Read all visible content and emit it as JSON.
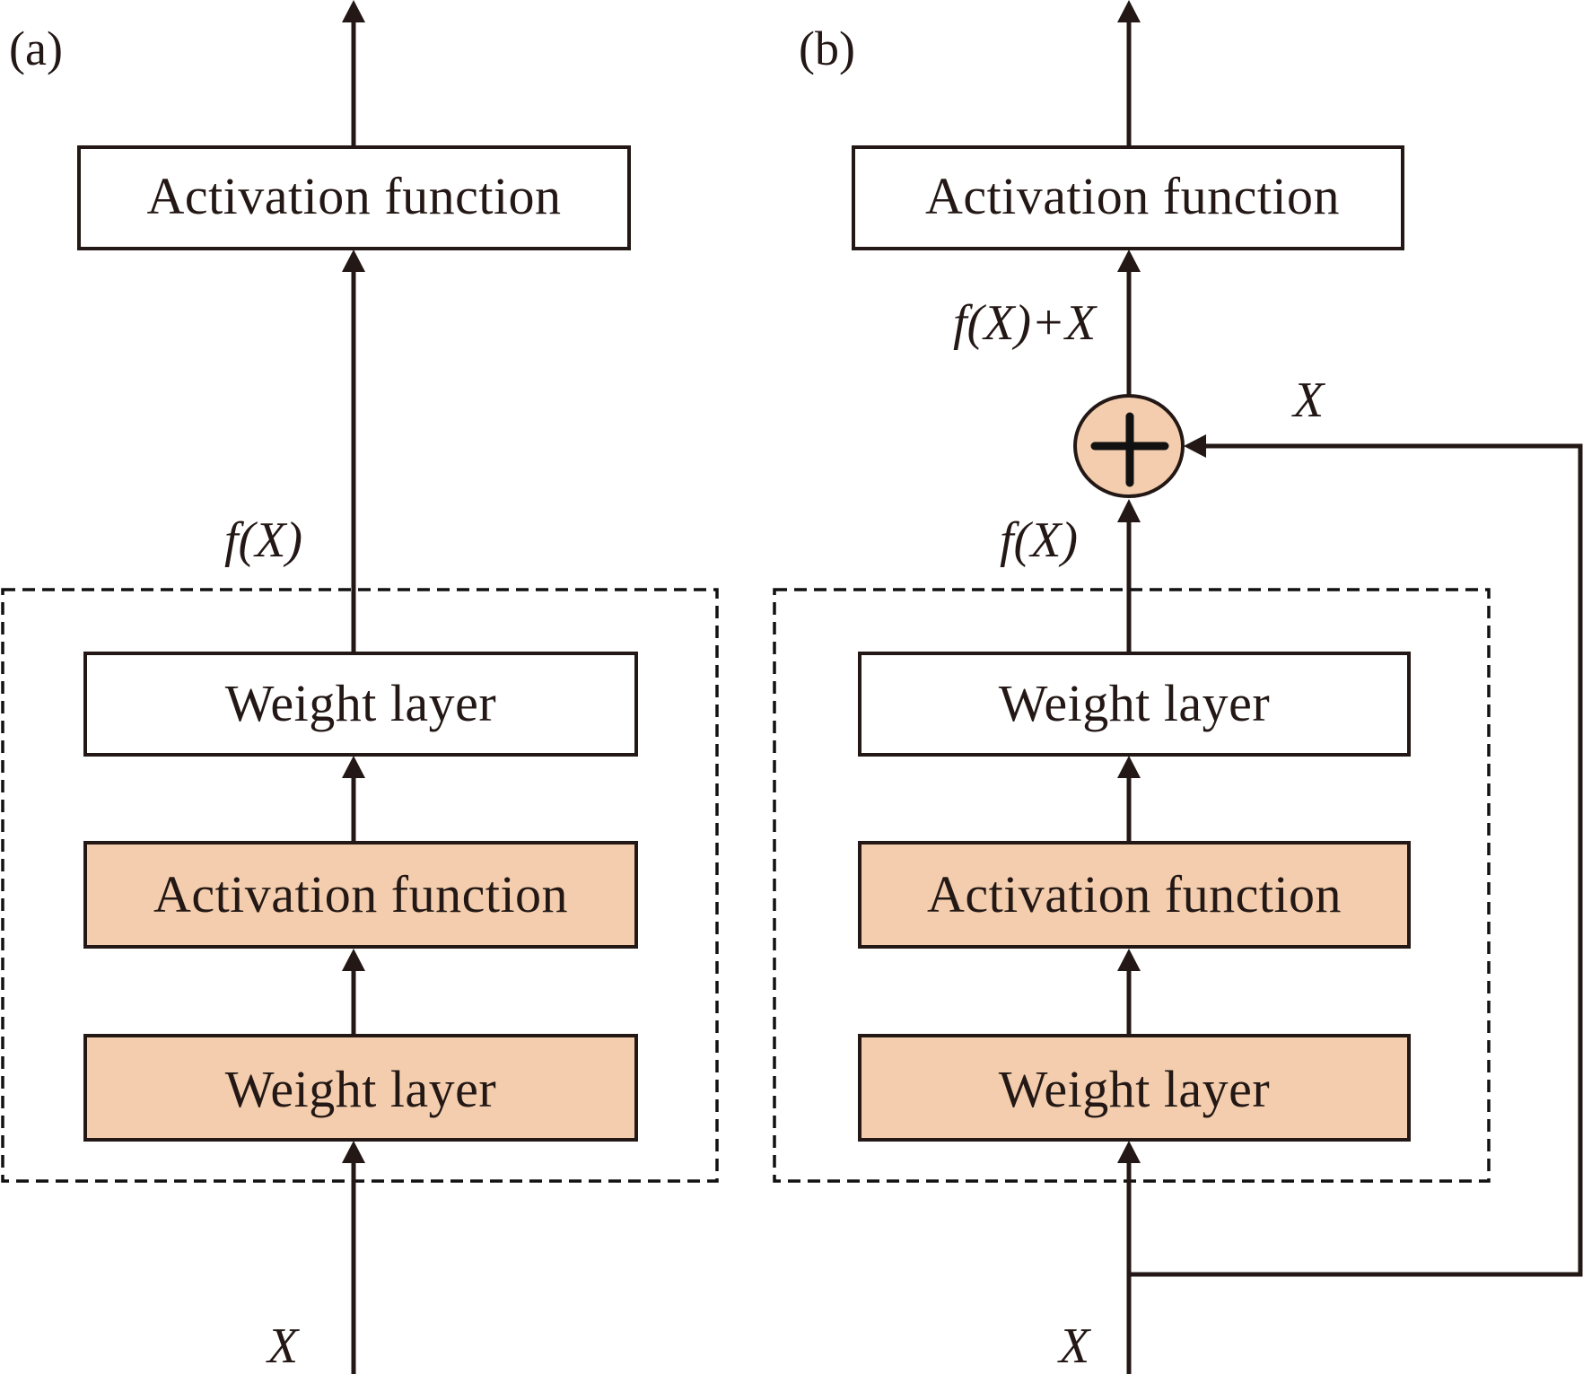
{
  "colors": {
    "stroke": "#231815",
    "peach_fill": "#F3CDAD",
    "white_fill": "#FFFFFF"
  },
  "panels": {
    "a": {
      "label": "(a)",
      "output_box": "Activation function",
      "inner_block": {
        "top": "Weight layer",
        "middle": "Activation function",
        "bottom": "Weight layer"
      },
      "block_output_label": "f(X)",
      "input_label": "X"
    },
    "b": {
      "label": "(b)",
      "output_box": "Activation function",
      "sum_label": "f(X)+X",
      "shortcut_label": "X",
      "adder_symbol": "+",
      "inner_block": {
        "top": "Weight layer",
        "middle": "Activation function",
        "bottom": "Weight layer"
      },
      "block_output_label": "f(X)",
      "input_label": "X"
    }
  }
}
